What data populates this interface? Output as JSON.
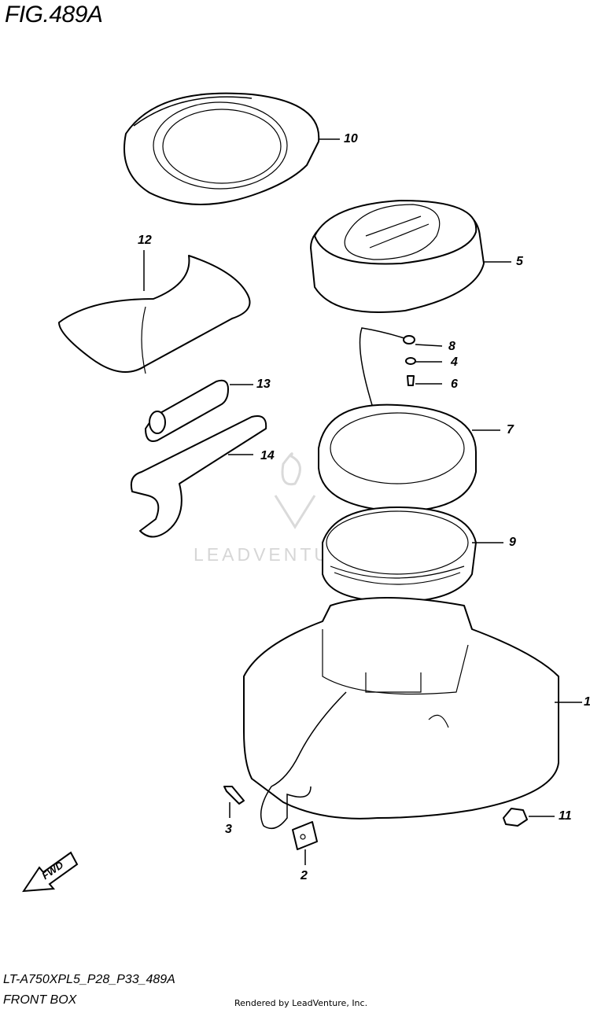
{
  "figure": {
    "title": "FIG.489A",
    "model_code": "LT-A750XPL5_P28_P33_489A",
    "section_name": "FRONT BOX",
    "credit": "Rendered by LeadVenture, Inc.",
    "watermark": "LEADVENTURE"
  },
  "callouts": {
    "c1": "1",
    "c2": "2",
    "c3": "3",
    "c4": "4",
    "c5": "5",
    "c6": "6",
    "c7": "7",
    "c8": "8",
    "c9": "9",
    "c10": "10",
    "c11": "11",
    "c12": "12",
    "c13": "13",
    "c14": "14"
  },
  "direction_arrow": {
    "label": "FWD"
  }
}
